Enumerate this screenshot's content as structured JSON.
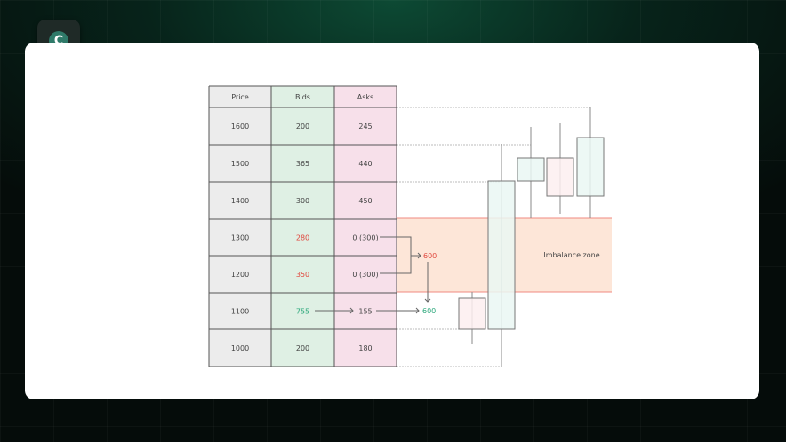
{
  "logo": {
    "letter": "C"
  },
  "table": {
    "headers": [
      "Price",
      "Bids",
      "Asks"
    ],
    "rows": [
      {
        "price": "1600",
        "bid": "200",
        "ask": "245"
      },
      {
        "price": "1500",
        "bid": "365",
        "ask": "440"
      },
      {
        "price": "1400",
        "bid": "300",
        "ask": "450"
      },
      {
        "price": "1300",
        "bid": "280",
        "ask": "0 (300)"
      },
      {
        "price": "1200",
        "bid": "350",
        "ask": "0 (300)"
      },
      {
        "price": "1100",
        "bid": "755",
        "ask": "155"
      },
      {
        "price": "1000",
        "bid": "200",
        "ask": "180"
      }
    ]
  },
  "annotations": {
    "sum_red": "600",
    "result_green": "600",
    "zone_label": "Imbalance zone"
  },
  "colors": {
    "price_col": "#ececec",
    "bids_col": "#dff0e4",
    "asks_col": "#f7e0ea",
    "zone": "#fde6d8",
    "red": "#e0483e",
    "green": "#2aa77a"
  }
}
